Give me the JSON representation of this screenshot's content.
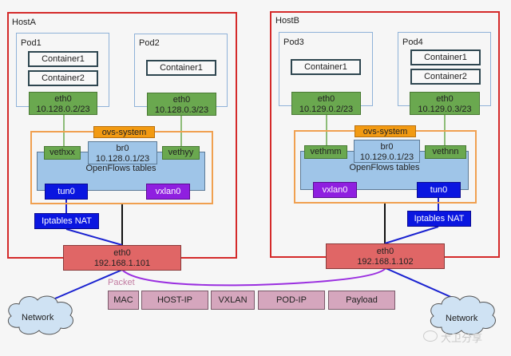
{
  "hosts": [
    {
      "label": "HostA",
      "pods": [
        {
          "label": "Pod1",
          "containers": [
            "Container1",
            "Container2"
          ],
          "eth": {
            "name": "eth0",
            "ip": "10.128.0.2/23"
          }
        },
        {
          "label": "Pod2",
          "containers": [
            "Container1"
          ],
          "eth": {
            "name": "eth0",
            "ip": "10.128.0.3/23"
          }
        }
      ],
      "ovs": {
        "label": "ovs-system",
        "bridge": {
          "name": "br0",
          "ip": "10.128.0.1/23"
        },
        "tables": "OpenFlows tables",
        "veth_left": "vethxx",
        "veth_right": "vethyy",
        "tun": "tun0",
        "vxlan": "vxlan0"
      },
      "nat": "Iptables NAT",
      "eth": {
        "name": "eth0",
        "ip": "192.168.1.101"
      }
    },
    {
      "label": "HostB",
      "pods": [
        {
          "label": "Pod3",
          "containers": [
            "Container1"
          ],
          "eth": {
            "name": "eth0",
            "ip": "10.129.0.2/23"
          }
        },
        {
          "label": "Pod4",
          "containers": [
            "Container1",
            "Container2"
          ],
          "eth": {
            "name": "eth0",
            "ip": "10.129.0.3/23"
          }
        }
      ],
      "ovs": {
        "label": "ovs-system",
        "bridge": {
          "name": "br0",
          "ip": "10.129.0.1/23"
        },
        "tables": "OpenFlows tables",
        "veth_left": "vethmm",
        "veth_right": "vethnn",
        "tun": "tun0",
        "vxlan": "vxlan0"
      },
      "nat": "Iptables NAT",
      "eth": {
        "name": "eth0",
        "ip": "192.168.1.102"
      }
    }
  ],
  "packet": {
    "label": "Packet",
    "fields": [
      "MAC",
      "HOST-IP",
      "VXLAN",
      "POD-IP",
      "Payload"
    ]
  },
  "networks": [
    "Network",
    "Network"
  ],
  "watermark": "大卫分享",
  "colors": {
    "host_border": "#d42a2a",
    "pod_border": "#8fb2d8",
    "eth_pod": "#6aa84f",
    "ovs_label": "#f29a12",
    "openflows": "#9fc5e8",
    "tun": "#0a16e0",
    "vxlan": "#8f1fe0",
    "eth_host": "#e06666",
    "packet_field": "#d5a6bd",
    "tunnel_line": "#9a2ee0"
  }
}
